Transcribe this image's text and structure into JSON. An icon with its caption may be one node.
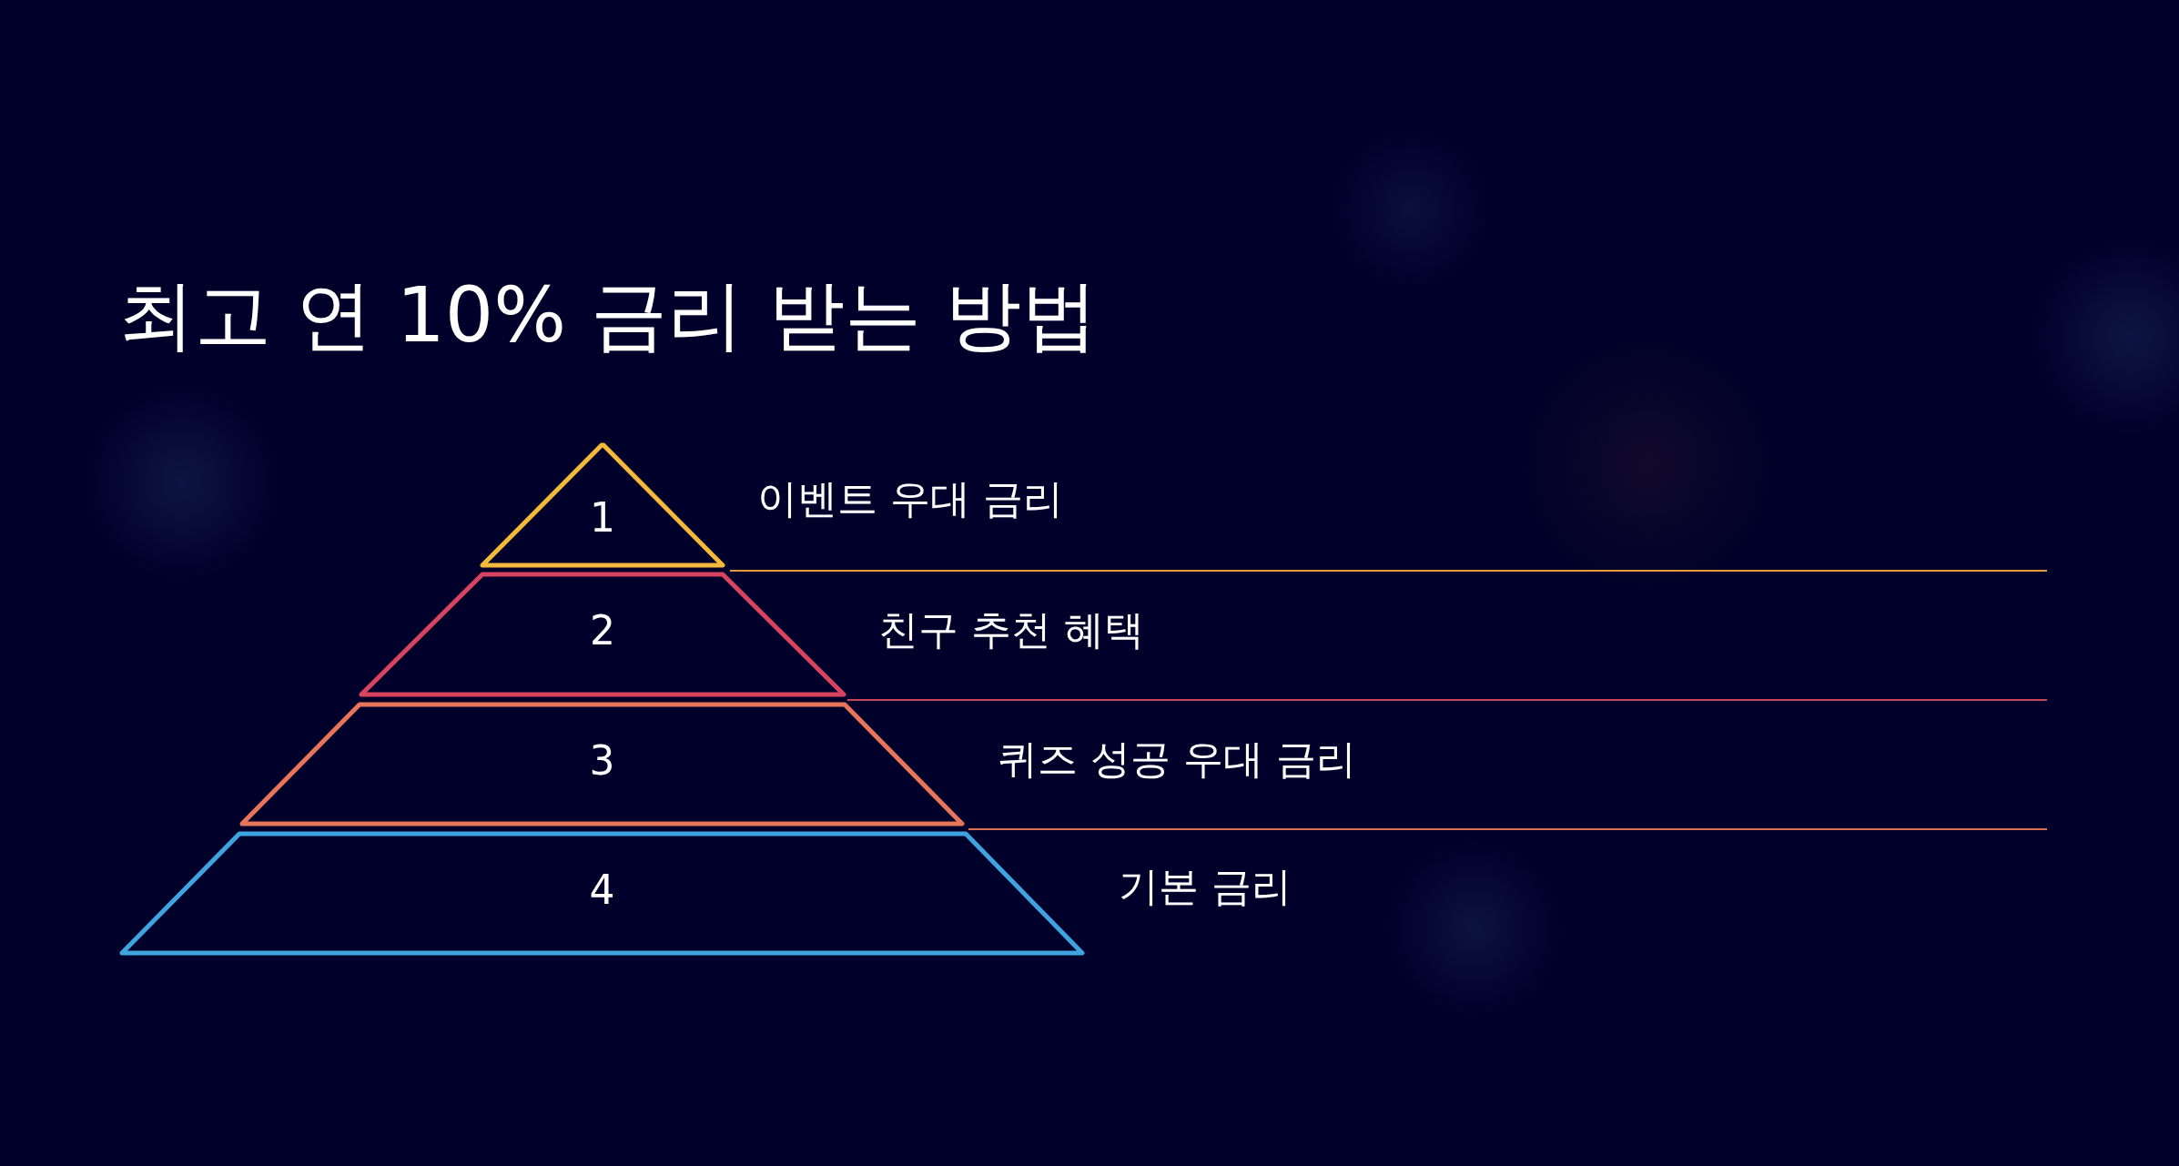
{
  "diagram": {
    "title": "최고 연 10% 금리 받는 방법",
    "nodes": [
      {
        "text": [
          "1"
        ],
        "beside": [
          "이벤트 우대 금리"
        ]
      },
      {
        "text": [
          "2"
        ],
        "beside": [
          "친구 추천 혜택"
        ]
      },
      {
        "text": [
          "3"
        ],
        "beside": [
          "퀴즈 성공 우대 금리"
        ]
      },
      {
        "text": [
          "4"
        ],
        "beside": [
          "기본 금리"
        ]
      }
    ],
    "edges": []
  }
}
